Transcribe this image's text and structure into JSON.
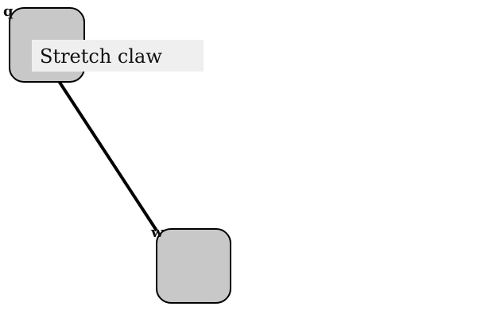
{
  "nodes": [
    {
      "id": "q",
      "letter": "q"
    },
    {
      "id": "w",
      "letter": "w"
    }
  ],
  "edge": {
    "from": "q",
    "to": "w",
    "label": "Stretch claw"
  },
  "colors": {
    "node_fill": "#c8c8c8",
    "node_stroke": "#000000",
    "edge": "#000000",
    "label_background": "#efefef",
    "text": "#111111"
  }
}
